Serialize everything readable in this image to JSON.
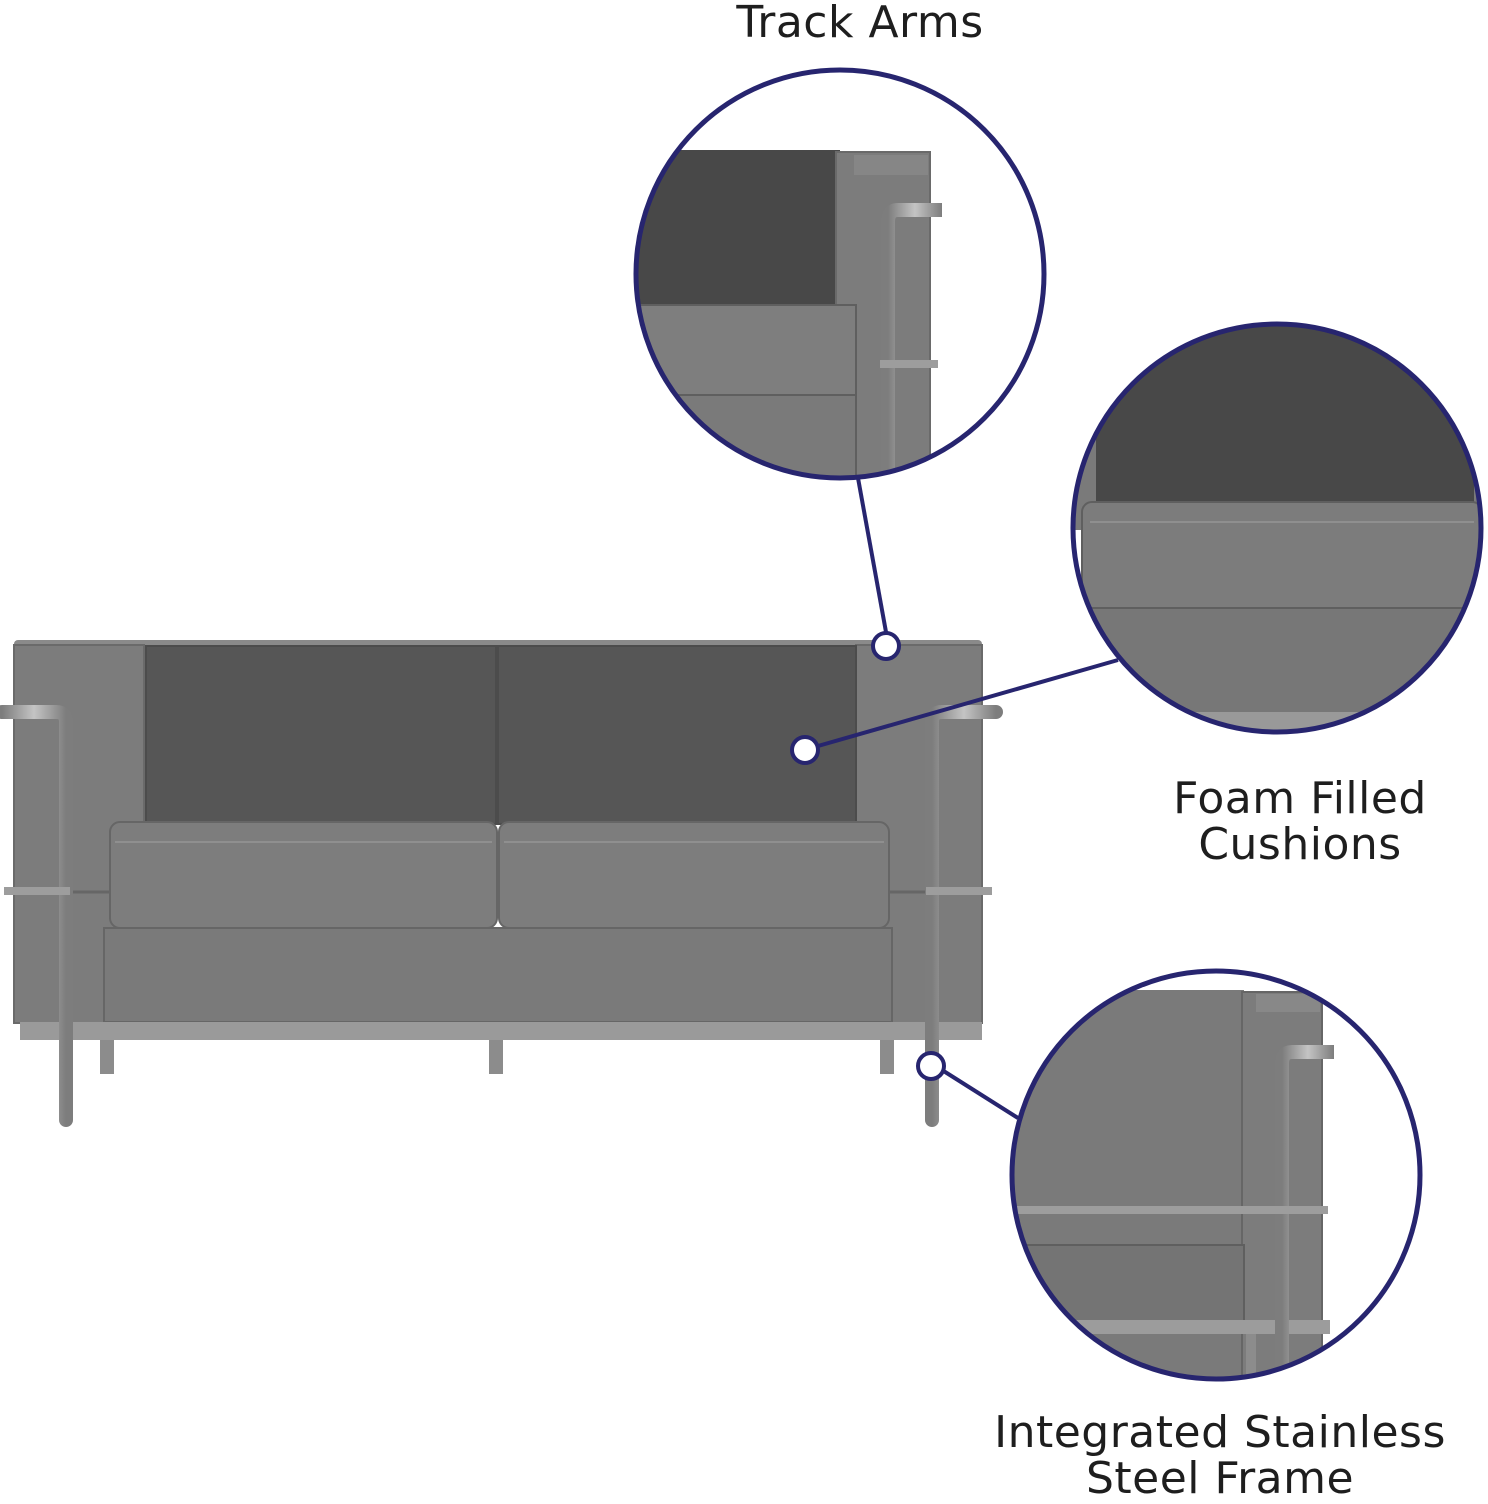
{
  "callouts": {
    "track_arms": {
      "line1": "Track Arms"
    },
    "foam_cushions": {
      "line1": "Foam Filled",
      "line2": "Cushions"
    },
    "steel_frame": {
      "line1": "Integrated Stainless",
      "line2": "Steel Frame"
    }
  },
  "colors": {
    "accent": "#27256f",
    "upholstery": "#7a7a7a",
    "upholstery_dark": "#565656",
    "upholstery_shadow": "#4a4a4a",
    "steel": "#9a9a9a",
    "background": "#ffffff"
  }
}
